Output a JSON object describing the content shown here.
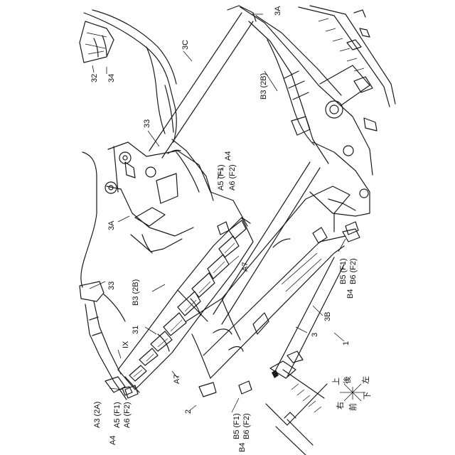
{
  "labels": {
    "l_3A_top": "3A",
    "l_3C": "3C",
    "l_32": "32",
    "l_34": "34",
    "l_3B2B_upper": "B3 (2B)",
    "l_33_mid": "33",
    "l_A4_mid": "A4",
    "l_A5F1_mid": "A5 (F1)",
    "l_A6F2_mid": "A6 (F2)",
    "l_3A_left": "3A",
    "l_A7_mid": "A7",
    "l_33_left": "33",
    "l_B3_2B_lower": "B3 (2B)",
    "l_31": "31",
    "l_IX": "IX",
    "l_A7_low": "A7",
    "l_3B": "3B",
    "l_3": "3",
    "l_1": "1",
    "l_2": "2",
    "l_B5F1_right": "B5 (F1)",
    "l_B6F2_right": "B6 (F2)",
    "l_B4_right": "B4",
    "l_A32A": "A3 (2A)",
    "l_A5F1_left": "A5 (F1)",
    "l_A6F2_left": "A6 (F2)",
    "l_A4_left": "A4",
    "l_B5F1_low": "B5 (F1)",
    "l_B6F2_low": "B6 (F2)",
    "l_B4_low": "B4"
  },
  "compass": {
    "up": "上",
    "rear": "後",
    "left": "左",
    "down": "下",
    "right": "右",
    "front": "前"
  }
}
